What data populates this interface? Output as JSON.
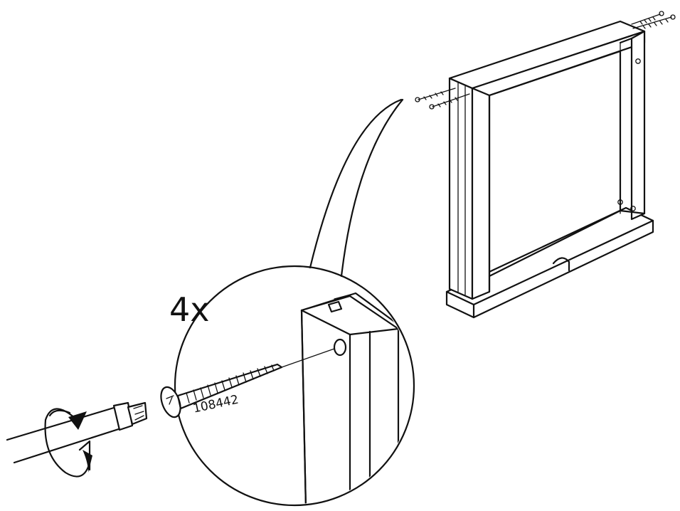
{
  "step": {
    "quantity_label": "4x",
    "part_number": "108442"
  },
  "icons": {
    "screwdriver": "screwdriver-icon",
    "rotation_arrow": "clockwise-rotation-arrow-icon",
    "screw": "screw-icon",
    "frame": "drawer-frame-illustration",
    "magnifier": "detail-callout"
  },
  "colors": {
    "line": "#111111",
    "background": "#ffffff"
  }
}
